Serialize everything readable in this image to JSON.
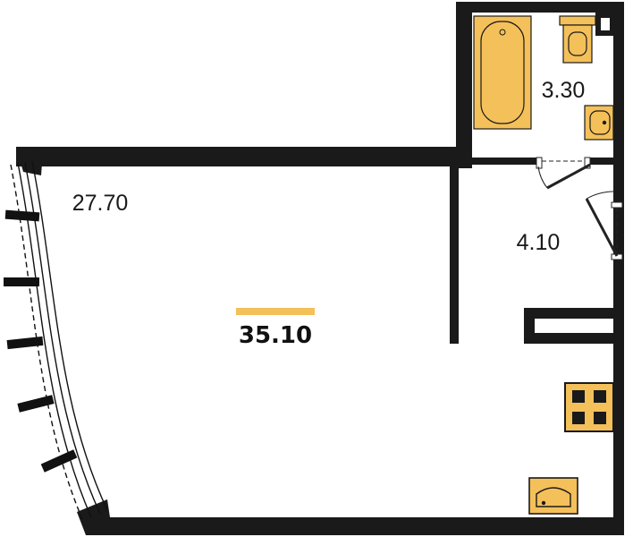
{
  "plan": {
    "total_area": "35.10",
    "rooms": [
      {
        "id": "living",
        "area": "27.70"
      },
      {
        "id": "bathroom",
        "area": "3.30"
      },
      {
        "id": "hallway",
        "area": "4.10"
      }
    ]
  },
  "colors": {
    "wall": "#1a1a1a",
    "fixture": "#f4c05a",
    "accent_bar": "#f4c05a",
    "window_mullion": "#111111",
    "door": "#222222"
  },
  "icons": [
    "bathtub-icon",
    "toilet-icon",
    "bathroom-sink-icon",
    "stove-icon",
    "kitchen-sink-icon",
    "window-icon",
    "door-icon"
  ]
}
